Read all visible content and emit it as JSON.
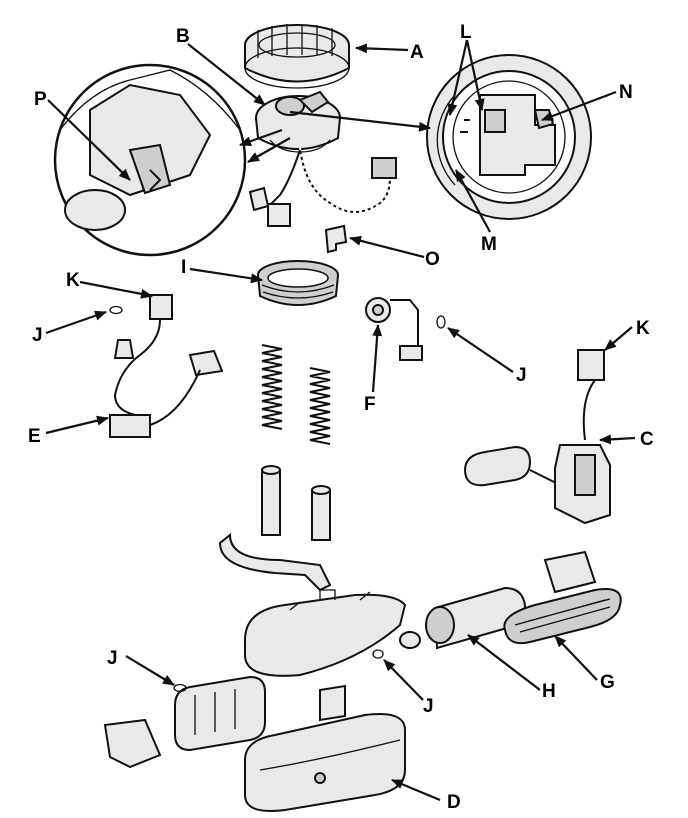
{
  "diagram": {
    "labels": {
      "A": "A",
      "B": "B",
      "C": "C",
      "D": "D",
      "E": "E",
      "F": "F",
      "G": "G",
      "H": "H",
      "I": "I",
      "J": "J",
      "K": "K",
      "L": "L",
      "M": "M",
      "N": "N",
      "O": "O",
      "P": "P"
    }
  },
  "colors": {
    "ink": "#111111",
    "paper": "#ffffff",
    "part_fill": "#e9e9e9",
    "shade": "#cfcfcf"
  }
}
